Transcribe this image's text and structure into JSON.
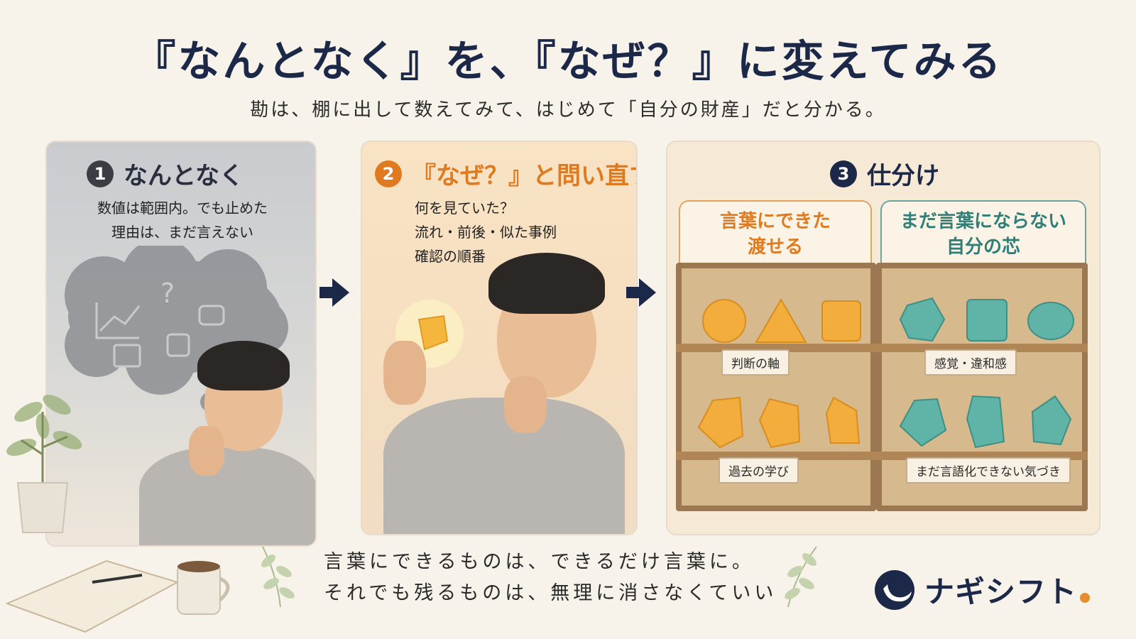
{
  "title": "『なんとなく』を、『なぜ？』に変えてみる",
  "subtitle": "勘は、棚に出して数えてみて、はじめて「自分の財産」だと分かる。",
  "panels": [
    {
      "number": "1",
      "title": "なんとなく",
      "caption_lines": [
        "数値は範囲内。でも止めた",
        "理由は、まだ言えない"
      ]
    },
    {
      "number": "2",
      "title": "『なぜ？』と問い直す",
      "caption_lines": [
        "何を見ていた？",
        "流れ・前後・似た事例",
        "確認の順番"
      ]
    },
    {
      "number": "3",
      "title": "仕分け",
      "columns": [
        {
          "heading_lines": [
            "言葉にできた",
            "渡せる"
          ],
          "labels": [
            "判断の軸",
            "過去の学び"
          ],
          "color": "#e07a1f"
        },
        {
          "heading_lines": [
            "まだ言葉にならない",
            "自分の芯"
          ],
          "labels": [
            "感覚・違和感",
            "まだ言語化できない気づき"
          ],
          "color": "#2f7f79"
        }
      ]
    }
  ],
  "bottom_message": [
    "言葉にできるものは、できるだけ言葉に。",
    "それでも残るものは、無理に消さなくていい"
  ],
  "brand": {
    "name": "ナギシフト",
    "accent": "#e88b2e",
    "primary": "#1c2848"
  },
  "icons": [
    "thought-cloud-icon",
    "question-mark-icon",
    "line-chart-icon",
    "chat-bubble-icon",
    "calendar-icon",
    "dice-icon",
    "arrow-right-icon",
    "brand-logo-icon",
    "leaf-icon",
    "book-icon",
    "mug-icon",
    "plant-icon"
  ]
}
